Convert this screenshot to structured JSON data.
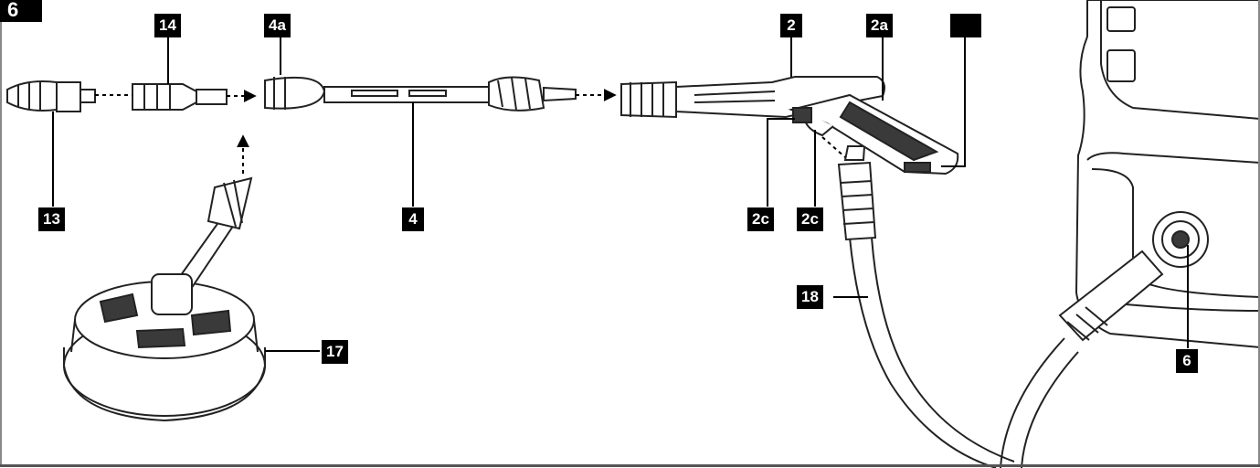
{
  "figure": {
    "number": "6"
  },
  "labels": {
    "l14": "14",
    "l4a": "4a",
    "l2": "2",
    "l2a": "2a",
    "l2b": "",
    "l13": "13",
    "l4": "4",
    "l2c_left": "2c",
    "l2c_right": "2c",
    "l18": "18",
    "l17": "17",
    "l6": "6"
  },
  "colors": {
    "ink": "#000000",
    "line": "#222222",
    "fill": "#ffffff",
    "shade": "#3a3a3a"
  }
}
